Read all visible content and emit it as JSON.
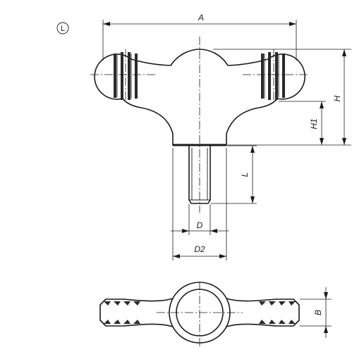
{
  "variant": {
    "label": "L"
  },
  "dimensions": {
    "a": "A",
    "h": "H",
    "h1": "H1",
    "l": "L",
    "d": "D",
    "d2": "D2",
    "b": "B"
  }
}
